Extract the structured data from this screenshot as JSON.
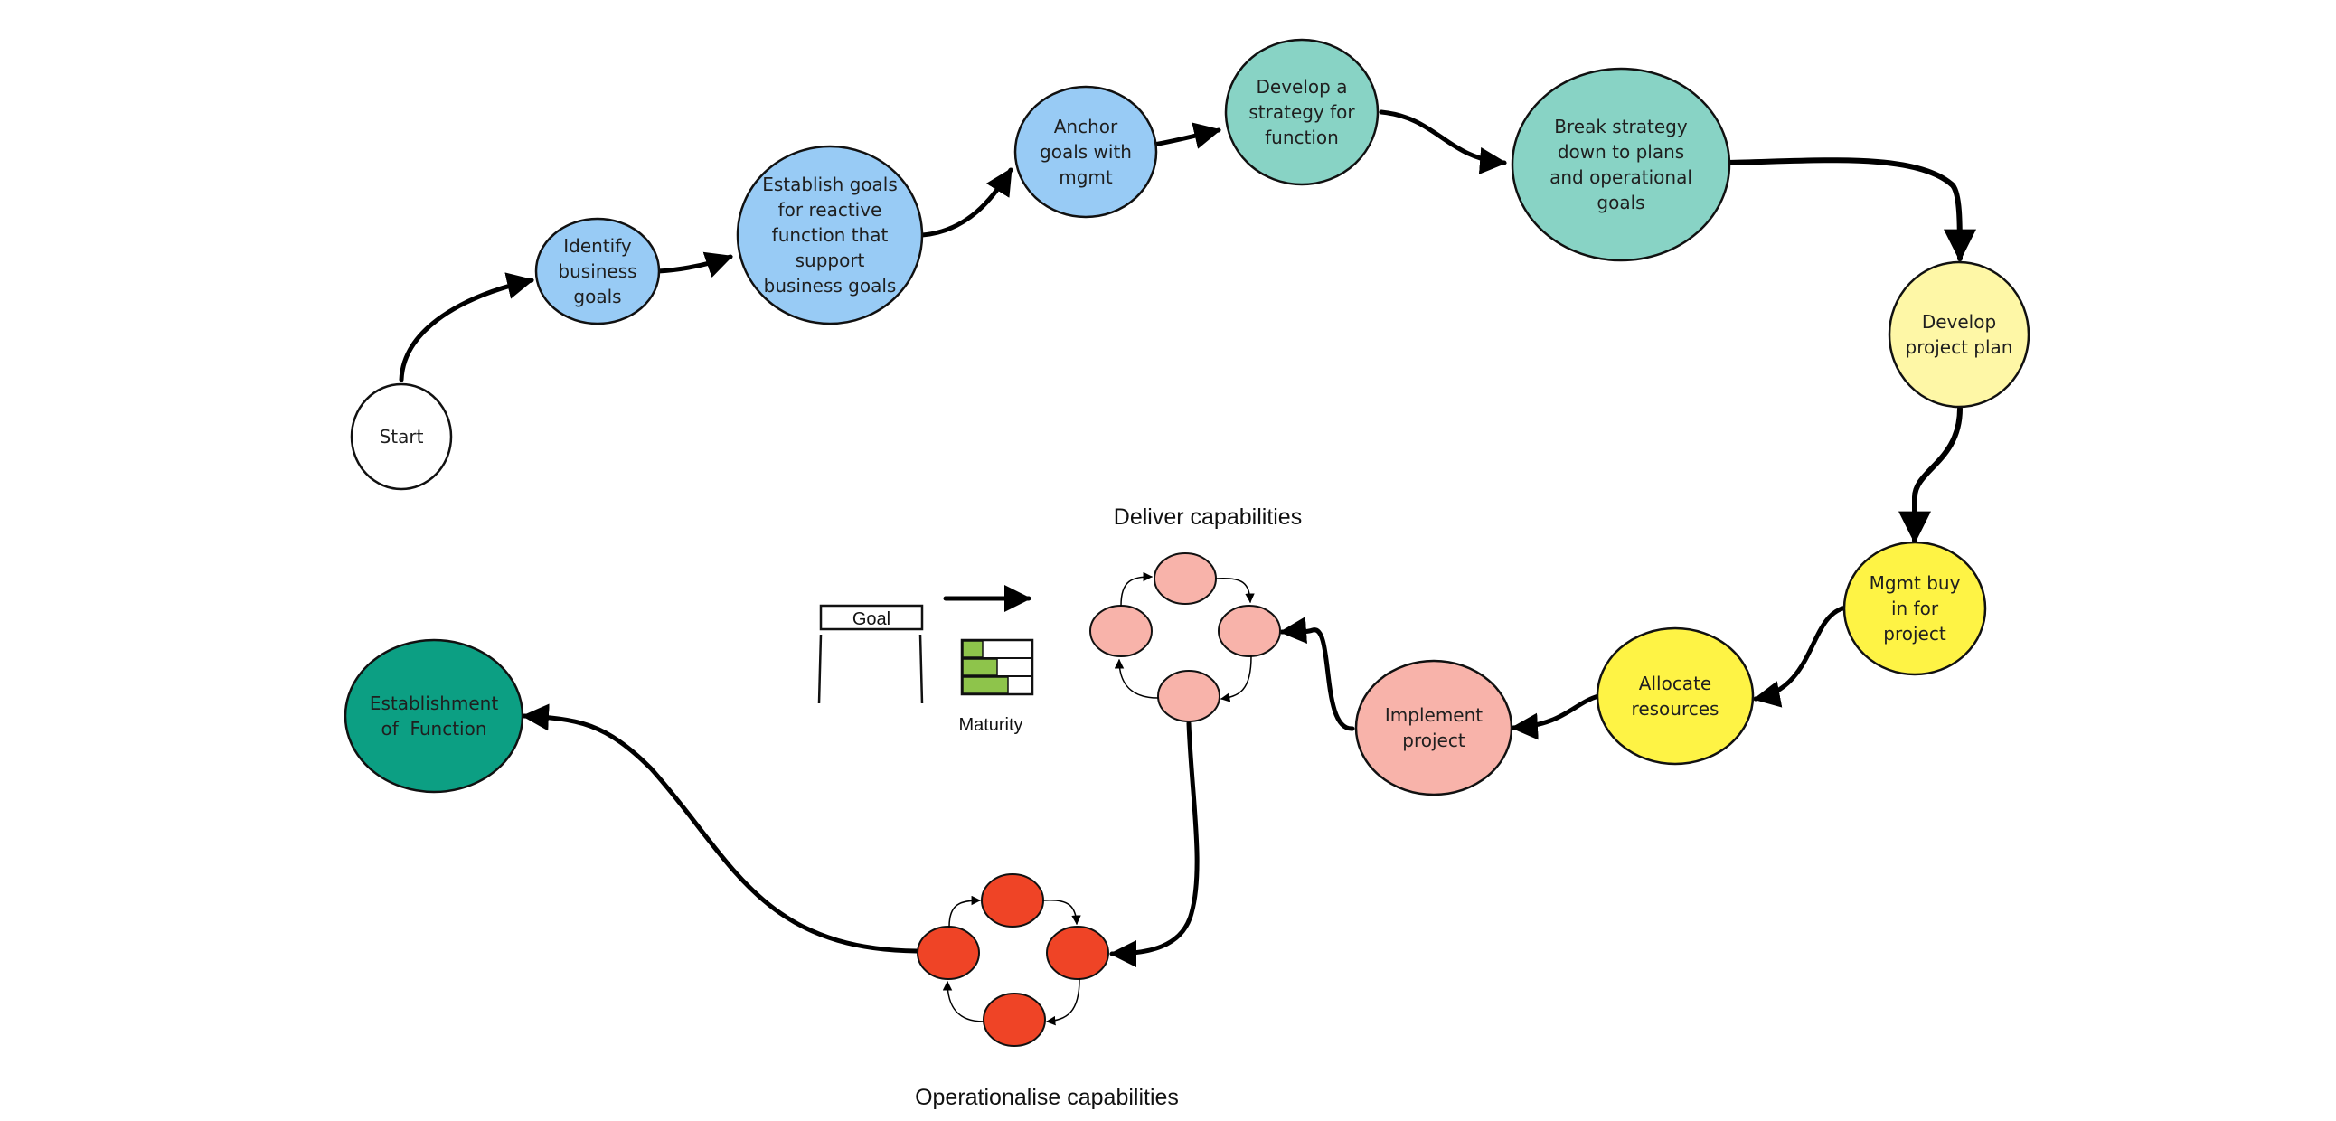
{
  "colors": {
    "blue": "#98cbf5",
    "teal": "#88d3c5",
    "light_yellow": "#fef7a6",
    "yellow": "#fef345",
    "salmon": "#f8b3aa",
    "red": "#ef4426",
    "dark_green": "#0c9f83",
    "white": "#ffffff",
    "maturity_green": "#8ec44b"
  },
  "nodes": [
    {
      "id": "start",
      "lines": [
        "Start"
      ]
    },
    {
      "id": "identify",
      "lines": [
        "Identify",
        "business",
        "goals"
      ]
    },
    {
      "id": "establish_goals",
      "lines": [
        "Establish goals",
        "for reactive",
        "function that",
        "support",
        "business goals"
      ]
    },
    {
      "id": "anchor",
      "lines": [
        "Anchor",
        "goals with",
        "mgmt"
      ]
    },
    {
      "id": "strategy",
      "lines": [
        "Develop a",
        "strategy for",
        "function"
      ]
    },
    {
      "id": "break",
      "lines": [
        "Break strategy",
        "down to plans",
        "and operational",
        "goals"
      ]
    },
    {
      "id": "project_plan",
      "lines": [
        "Develop",
        "project plan"
      ]
    },
    {
      "id": "buy_in",
      "lines": [
        "Mgmt buy",
        "in for",
        "project"
      ]
    },
    {
      "id": "allocate",
      "lines": [
        "Allocate",
        "resources"
      ]
    },
    {
      "id": "implement",
      "lines": [
        "Implement",
        "project"
      ]
    },
    {
      "id": "establishment",
      "lines": [
        "Establishment",
        "of  Function"
      ]
    }
  ],
  "labels": {
    "deliver": "Deliver capabilities",
    "operationalise": "Operationalise capabilities",
    "goal": "Goal",
    "maturity": "Maturity"
  }
}
